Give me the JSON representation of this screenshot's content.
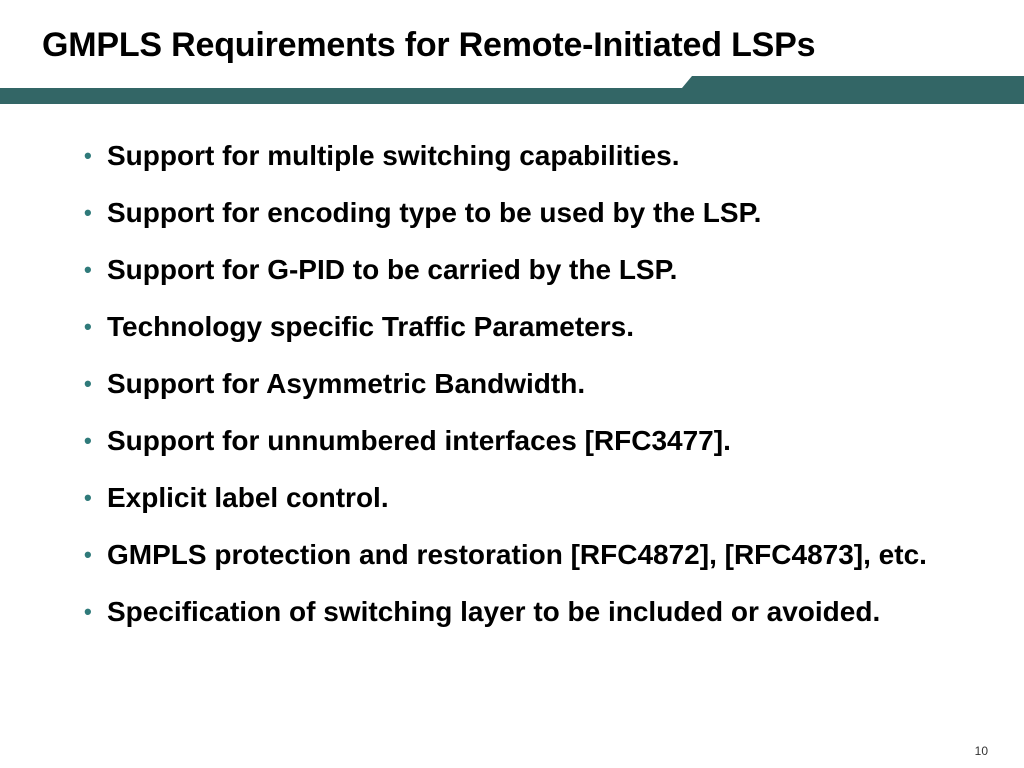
{
  "slide": {
    "title": "GMPLS Requirements for Remote-Initiated LSPs",
    "accent_color": "#336666",
    "bullet_color": "#2f7a7a",
    "bullet_glyph": "•",
    "bullets": [
      "Support for multiple switching capabilities.",
      "Support for encoding type to be used by the LSP.",
      "Support for G-PID to be carried by the LSP.",
      "Technology specific Traffic Parameters.",
      "Support for Asymmetric Bandwidth.",
      "Support for unnumbered interfaces [RFC3477].",
      "Explicit label control.",
      "GMPLS protection and restoration [RFC4872], [RFC4873], etc.",
      "Specification of switching layer to be included or avoided."
    ],
    "page_number": "10"
  }
}
